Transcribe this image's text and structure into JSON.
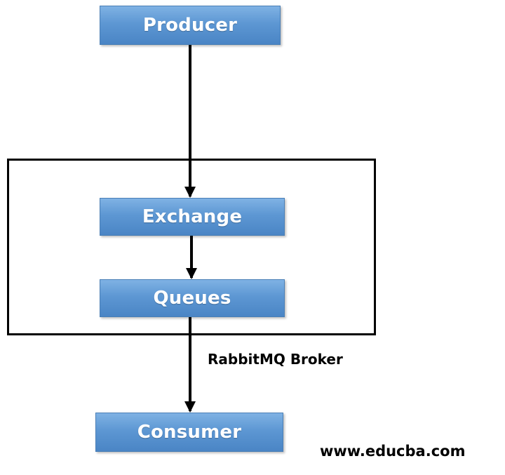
{
  "nodes": {
    "producer": "Producer",
    "exchange": "Exchange",
    "queues": "Queues",
    "consumer": "Consumer"
  },
  "broker": {
    "label": "RabbitMQ Broker"
  },
  "watermark": "www.educba.com",
  "colors": {
    "node_fill": "#5d97d3",
    "node_text": "#ffffff",
    "line": "#000000"
  }
}
